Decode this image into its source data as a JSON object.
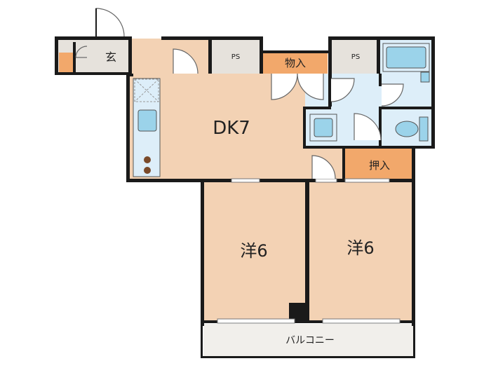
{
  "rooms": {
    "entrance": "玄",
    "dk": "DK7",
    "western_left": "洋6",
    "western_right": "洋6",
    "storage": "物入",
    "closet": "押入",
    "ps_left": "PS",
    "ps_right": "PS",
    "balcony": "バルコニー"
  },
  "colors": {
    "floor": "#f3d2b4",
    "wet": "#ddeef9",
    "fixture": "#9bd3ea",
    "storage": "#f2a86b",
    "ps": "#e6e2dc",
    "balcony": "#f1efeb",
    "wall": "#1a1a1a",
    "door": "#666666"
  }
}
